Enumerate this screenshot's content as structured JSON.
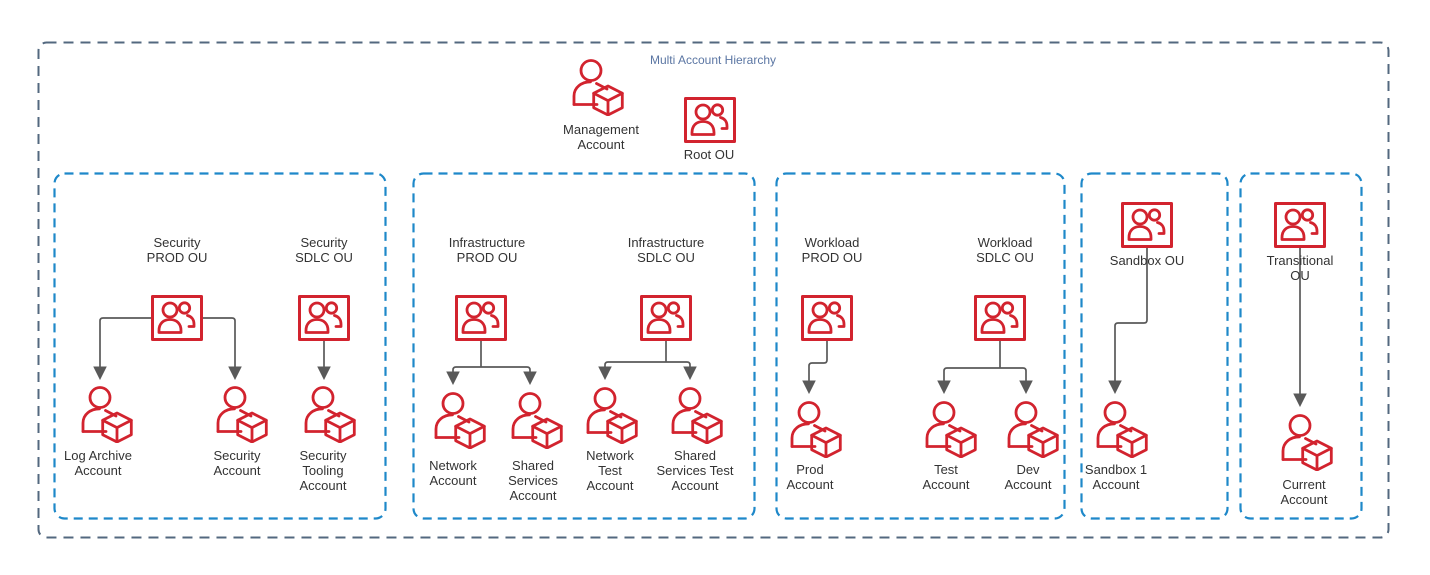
{
  "title": "Multi Account Hierarchy",
  "colors": {
    "accent_red": "#D2232E",
    "container_blue": "#1E88C9",
    "outer_border": "#53687F",
    "connector_gray": "#595959",
    "label_color": "#333333",
    "title_color": "#5B76A3"
  },
  "top": {
    "management_account": {
      "label": "Management\nAccount"
    },
    "root_ou": {
      "label": "Root OU"
    }
  },
  "groups": {
    "security": {
      "ous": {
        "prod": {
          "label": "Security\nPROD OU"
        },
        "sdlc": {
          "label": "Security\nSDLC OU"
        }
      },
      "accounts": {
        "log_archive": {
          "label": "Log Archive\nAccount"
        },
        "security": {
          "label": "Security\nAccount"
        },
        "security_tooling": {
          "label": "Security\nTooling\nAccount"
        }
      }
    },
    "infrastructure": {
      "ous": {
        "prod": {
          "label": "Infrastructure\nPROD OU"
        },
        "sdlc": {
          "label": "Infrastructure\nSDLC OU"
        }
      },
      "accounts": {
        "network": {
          "label": "Network\nAccount"
        },
        "shared_services": {
          "label": "Shared\nServices\nAccount"
        },
        "network_test": {
          "label": "Network\nTest\nAccount"
        },
        "shared_services_test": {
          "label": "Shared\nServices Test\nAccount"
        }
      }
    },
    "workload": {
      "ous": {
        "prod": {
          "label": "Workload\nPROD OU"
        },
        "sdlc": {
          "label": "Workload\nSDLC OU"
        }
      },
      "accounts": {
        "prod": {
          "label": "Prod\nAccount"
        },
        "test": {
          "label": "Test\nAccount"
        },
        "dev": {
          "label": "Dev\nAccount"
        }
      }
    },
    "sandbox": {
      "ous": {
        "sandbox": {
          "label": "Sandbox OU"
        }
      },
      "accounts": {
        "sandbox_1": {
          "label": "Sandbox 1\nAccount"
        }
      }
    },
    "transitional": {
      "ous": {
        "transitional": {
          "label": "Transitional\nOU"
        }
      },
      "accounts": {
        "current": {
          "label": "Current\nAccount"
        }
      }
    }
  }
}
